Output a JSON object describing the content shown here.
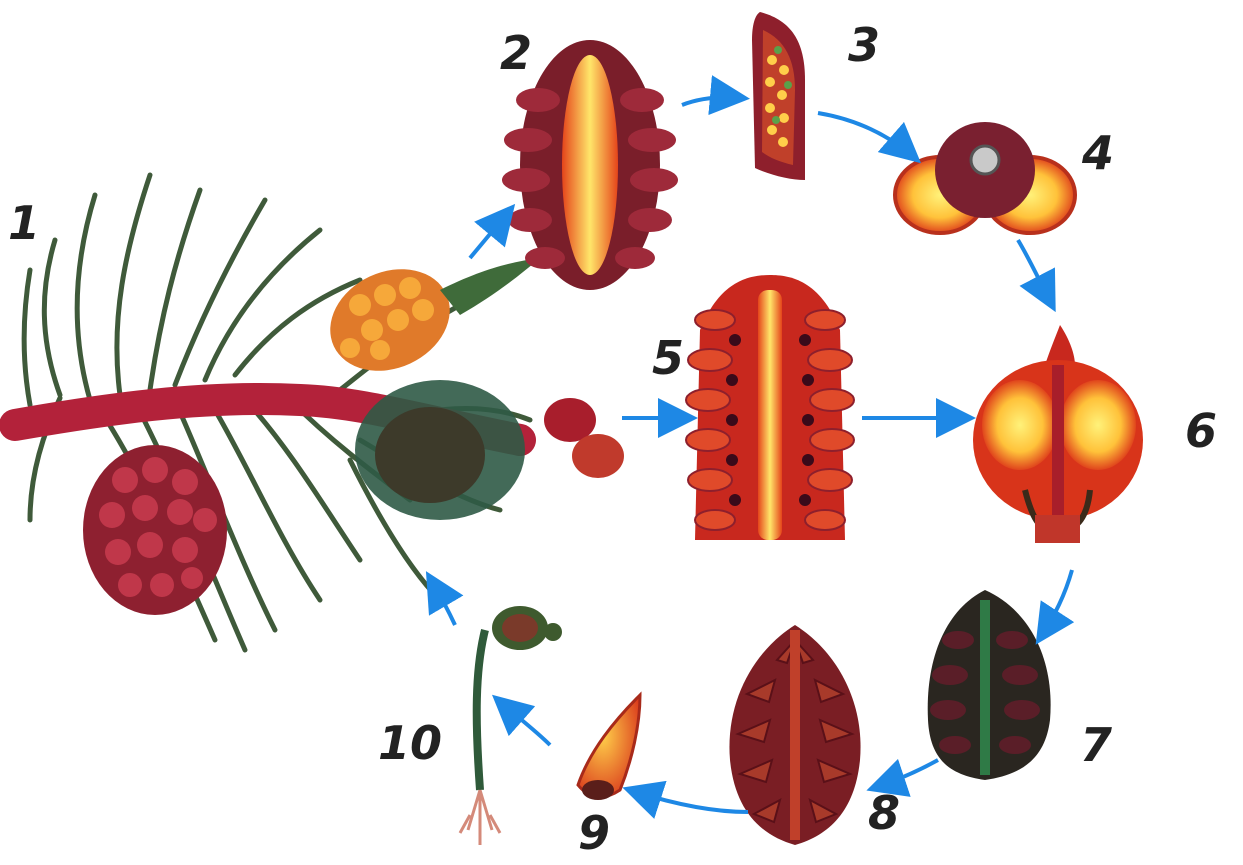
{
  "labels": {
    "stage_1": "1",
    "stage_2": "2",
    "stage_3": "3",
    "stage_4": "4",
    "stage_5": "5",
    "stage_6": "6",
    "stage_7": "7",
    "stage_8": "8",
    "stage_9": "9",
    "stage_10": "10"
  },
  "colors": {
    "arrow": "#1e88e5",
    "branch": "#b3223a",
    "needle": "#3f5a3a",
    "cone_red": "#c8281e",
    "cone_dark": "#6a1e26",
    "core_yellow": "#ffd84a",
    "text": "#222222"
  }
}
